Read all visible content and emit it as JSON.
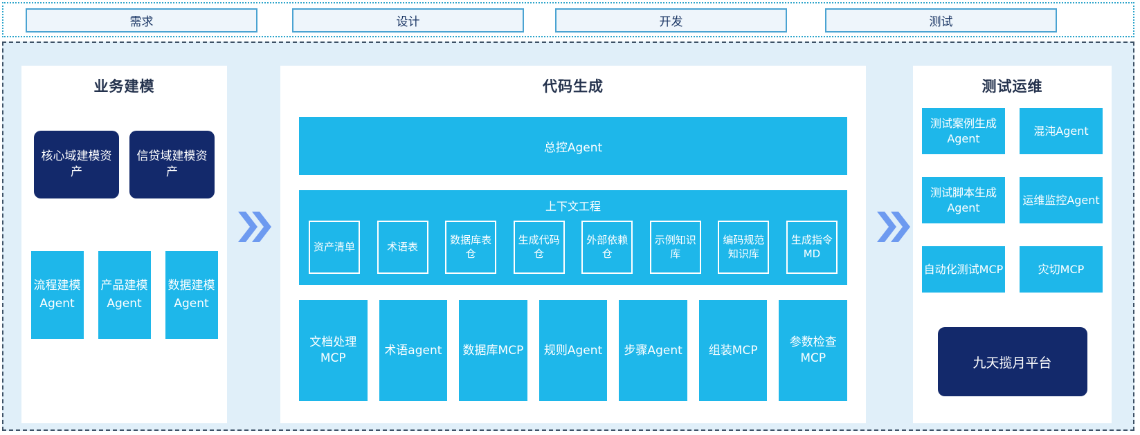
{
  "phases": [
    "需求",
    "设计",
    "开发",
    "测试"
  ],
  "panels": {
    "business": {
      "title": "业务建模",
      "assets": [
        "核心域建模资产",
        "信贷域建模资产"
      ],
      "agents": [
        "流程建模Agent",
        "产品建模Agent",
        "数据建模Agent"
      ]
    },
    "codegen": {
      "title": "代码生成",
      "master_agent": "总控Agent",
      "context": {
        "title": "上下文工程",
        "items": [
          "资产清单",
          "术语表",
          "数据库表仓",
          "生成代码仓",
          "外部依赖仓",
          "示例知识库",
          "编码规范知识库",
          "生成指令MD"
        ]
      },
      "tools": [
        "文档处理MCP",
        "术语agent",
        "数据库MCP",
        "规则Agent",
        "步骤Agent",
        "组装MCP",
        "参数检查MCP"
      ]
    },
    "testops": {
      "title": "测试运维",
      "agents": [
        "测试案例生成Agent",
        "混沌Agent",
        "测试脚本生成Agent",
        "运维监控Agent",
        "自动化测试MCP",
        "灾切MCP"
      ],
      "platform": "九天揽月平台"
    }
  },
  "icons": {
    "flow_arrow": "double-chevron-right"
  },
  "colors": {
    "accent_cyan": "#1eb7ea",
    "deep_navy": "#13296b",
    "arrow_blue": "#6d9af0",
    "canvas_blue": "#e0eff9",
    "phase_fill": "#eef5fb",
    "phase_border": "#4aa3d2",
    "dotted_border": "#2ba4cb",
    "dashed_border": "#3d5166",
    "title_text": "#24324d"
  }
}
